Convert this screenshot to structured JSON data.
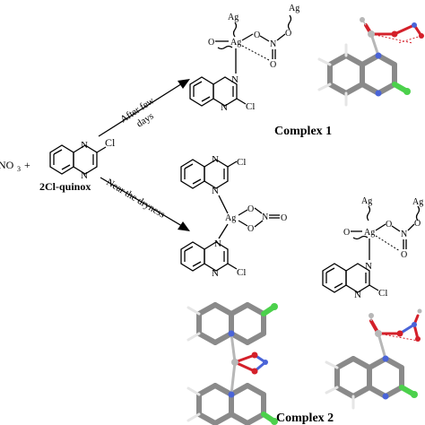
{
  "reactant": {
    "salt_fragment": "NO",
    "salt_subscript": "3",
    "plus": "+",
    "name": "2Cl-quinox",
    "cl": "Cl",
    "n": "N"
  },
  "arrows": {
    "upper_line1": "After few",
    "upper_line2": "days",
    "lower": "Near the dryness"
  },
  "atoms": {
    "ag": "Ag",
    "o": "O",
    "n": "N",
    "cl": "Cl"
  },
  "labels": {
    "complex1": "Complex 1",
    "complex2": "Complex 2"
  },
  "colors": {
    "carbon": "#8a8a8a",
    "hydrogen": "#e6e6e6",
    "nitrogen": "#4a64d8",
    "oxygen": "#d4202a",
    "chlorine": "#4cd14c",
    "silver": "#b7b7b7",
    "contact": "#d4202a"
  }
}
